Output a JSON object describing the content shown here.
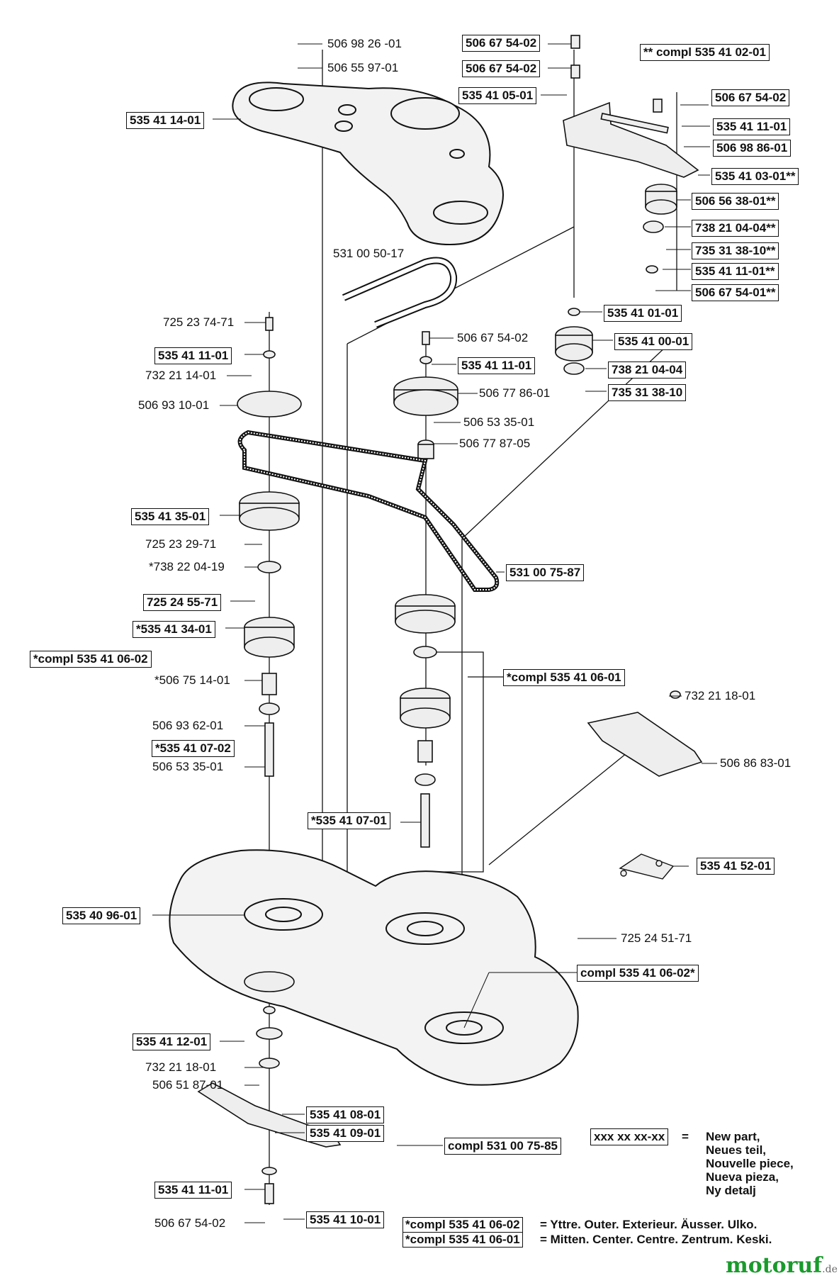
{
  "labels": {
    "l01": "506 98 26  -01",
    "l02": "506 55 97-01",
    "l03": "535 41 14-01",
    "l04": "506 67 54-02",
    "l05": "506 67 54-02",
    "l06": "535 41 05-01",
    "l07": "** compl 535 41 02-01",
    "l08": "506 67 54-02",
    "l09": "535 41 11-01",
    "l10": "506 98 86-01",
    "l11": "535 41 03-01**",
    "l12": "506 56 38-01**",
    "l13": "738 21 04-04**",
    "l14": "735 31 38-10**",
    "l15": "535 41 11-01**",
    "l16": "506 67 54-01**",
    "l17": "531 00 50-17",
    "l18": "535 41 01-01",
    "l19": "535 41 00-01",
    "l20": "738 21 04-04",
    "l21": "735 31 38-10",
    "l22": "725 23 74-71",
    "l23": "535 41 11-01",
    "l24": "732 21 14-01",
    "l25": "506 93 10-01",
    "l26": "506 67 54-02",
    "l27": "535 41 11-01",
    "l28": "506 77 86-01",
    "l29": "506 53 35-01",
    "l30": "506 77 87-05",
    "l31": "535 41 35-01",
    "l32": "725 23 29-71",
    "l33": "*738 22 04-19",
    "l34": "531 00 75-87",
    "l35": "725 24 55-71",
    "l36": "*535 41 34-01",
    "l37": "*compl 535 41 06-02",
    "l38": "*506 75 14-01",
    "l39": "*compl 535 41 06-01",
    "l40": "732 21 18-01",
    "l41": "506 93 62-01",
    "l42": "*535 41 07-02",
    "l43": "506 53 35-01",
    "l44": "506 86 83-01",
    "l45": "*535 41 07-01",
    "l46": "535 41 52-01",
    "l47": "535 40 96-01",
    "l48": "725 24 51-71",
    "l49": "compl 535 41 06-02*",
    "l50": "535 41 12-01",
    "l51": "732 21 18-01",
    "l52": "506 51 87-01",
    "l53": "535 41 08-01",
    "l54": "535 41 09-01",
    "l55": "compl 531 00 75-85",
    "l56": "535 41 11-01",
    "l57": "535 41 10-01",
    "l58": "506 67 54-02"
  },
  "legend": {
    "key_box": "xxx xx xx-xx",
    "equals": "=",
    "new_part": [
      "New part,",
      "Neues teil,",
      "Nouvelle piece,",
      "Nueva pieza,",
      "Ny detalj"
    ],
    "outer_code": "*compl 535 41 06-02",
    "outer_text": "= Yttre. Outer. Exterieur. Äusser. Ulko.",
    "center_code": "*compl 535 41 06-01",
    "center_text": "= Mitten. Center. Centre. Zentrum. Keski."
  },
  "logo": {
    "text": "motoruf",
    "suffix": ".de"
  }
}
